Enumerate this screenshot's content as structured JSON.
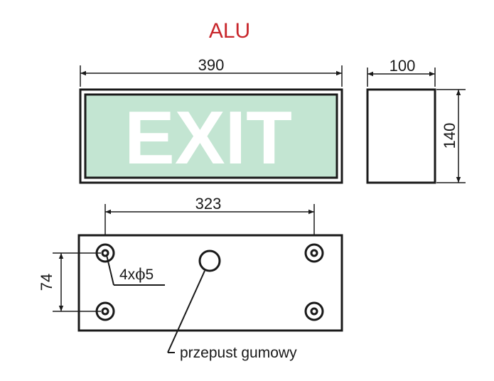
{
  "title": "ALU",
  "front_view": {
    "sign_text": "EXIT",
    "width_label": "390",
    "panel_color": "#c3e5d2"
  },
  "side_view": {
    "depth_label": "100",
    "height_label": "140"
  },
  "back_view": {
    "hole_spacing_label": "323",
    "vertical_spacing_label": "74",
    "mounting_holes_label": "4x",
    "mounting_holes_symbol": "ϕ",
    "mounting_holes_diameter": "5",
    "grommet_label": "przepust gumowy"
  },
  "colors": {
    "line": "#1a1a1a",
    "title": "#c8262b"
  }
}
